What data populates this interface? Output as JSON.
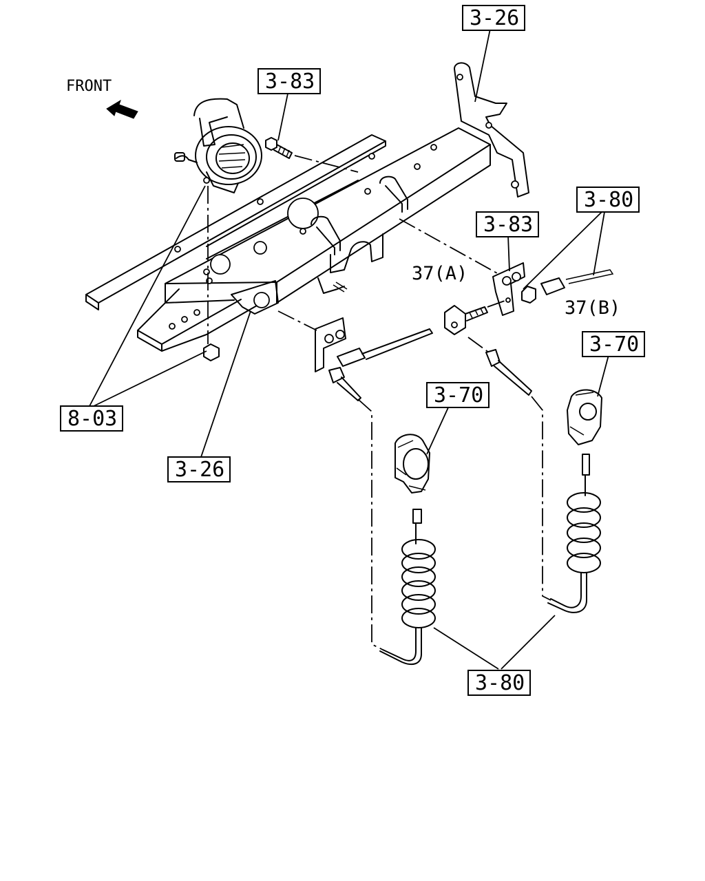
{
  "orientation": {
    "text": "FRONT"
  },
  "callouts": [
    {
      "id": "c326_top",
      "text": "3-26"
    },
    {
      "id": "c383_top",
      "text": "3-83"
    },
    {
      "id": "c380_right",
      "text": "3-80"
    },
    {
      "id": "c383_right",
      "text": "3-83"
    },
    {
      "id": "c370_right",
      "text": "3-70"
    },
    {
      "id": "c370_mid",
      "text": "3-70"
    },
    {
      "id": "c803",
      "text": "8-03"
    },
    {
      "id": "c326_bottom",
      "text": "3-26"
    },
    {
      "id": "c380_bottom",
      "text": "3-80"
    }
  ],
  "plain_labels": [
    {
      "id": "l37a",
      "text": "37(A)"
    },
    {
      "id": "l37b",
      "text": "37(B)"
    }
  ]
}
